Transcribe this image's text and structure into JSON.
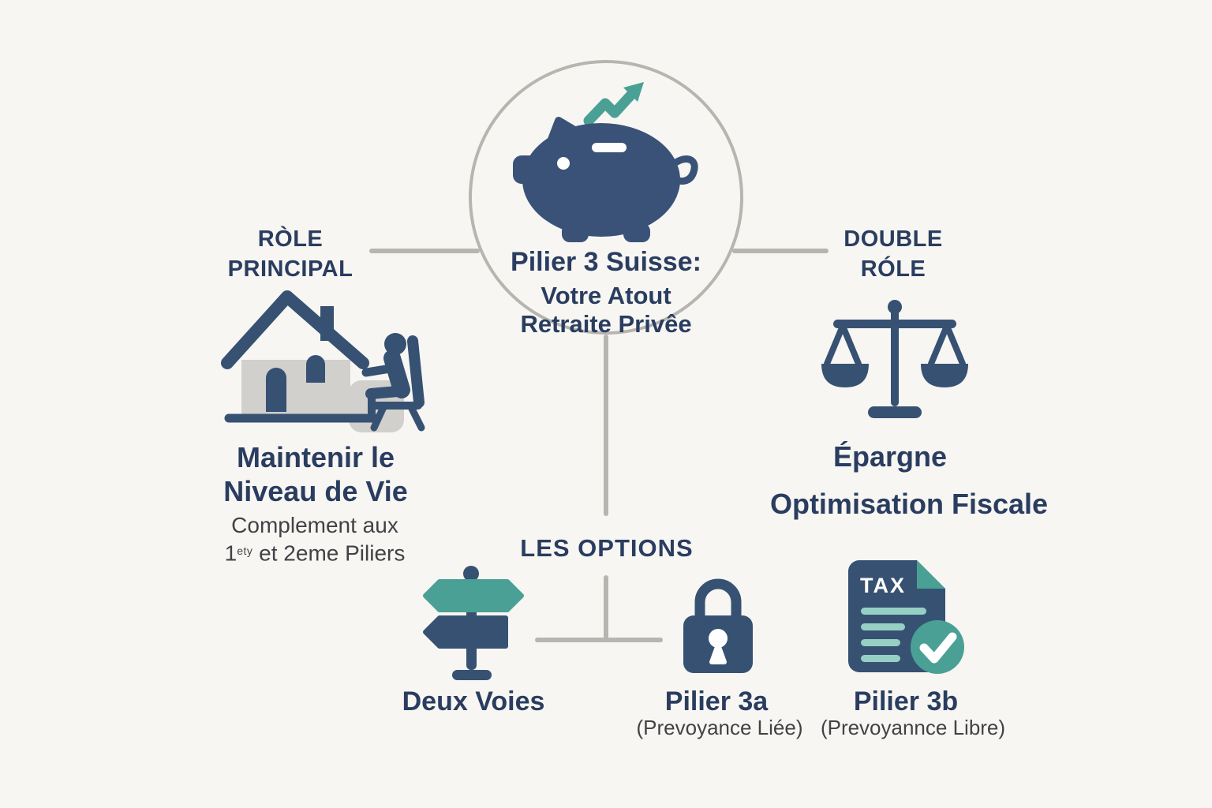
{
  "meta": {
    "type": "infographic-diagram",
    "language": "fr"
  },
  "colors": {
    "background": "#f7f6f2",
    "navy_text": "#2a3d60",
    "navy_icon": "#375173",
    "teal": "#4aa094",
    "teal_light": "#96cfc3",
    "gray_text": "#424246",
    "line_gray": "#b7b5b0",
    "house_gray": "#d1d0cc",
    "white": "#ffffff"
  },
  "center": {
    "icon": "piggy-bank-growth-icon",
    "title": "Pilier 3 Suisse:",
    "subtitle_line1": "Votre Atout",
    "subtitle_line2": "Retraite Privêe"
  },
  "left_branch": {
    "heading_line1": "RÒLE",
    "heading_line2": "PRINCIPAL",
    "icon": "house-retiree-icon",
    "label_line1": "Maintenir le",
    "label_line2": "Niveau de Vie",
    "sub_line1": "Complement aux",
    "sub_line2_prefix": "1",
    "sub_line2_sup": "ety",
    "sub_line2_rest": " et 2eme Piliers"
  },
  "right_branch": {
    "heading_line1": "DOUBLE",
    "heading_line2": "RÓLE",
    "icon": "balance-scale-icon",
    "label_line1": "Épargne",
    "label_line2": "Optimisation Fiscale"
  },
  "options_branch": {
    "heading": "LES OPTIONS",
    "items": [
      {
        "icon": "signpost-icon",
        "title": "Deux Voies",
        "subtitle": ""
      },
      {
        "icon": "padlock-icon",
        "title": "Pilier 3a",
        "subtitle": "(Prevoyance Liée)"
      },
      {
        "icon": "tax-document-check-icon",
        "title": "Pilier 3b",
        "subtitle": "(Prevoyannce Libre)",
        "doc_label": "TAX"
      }
    ]
  }
}
